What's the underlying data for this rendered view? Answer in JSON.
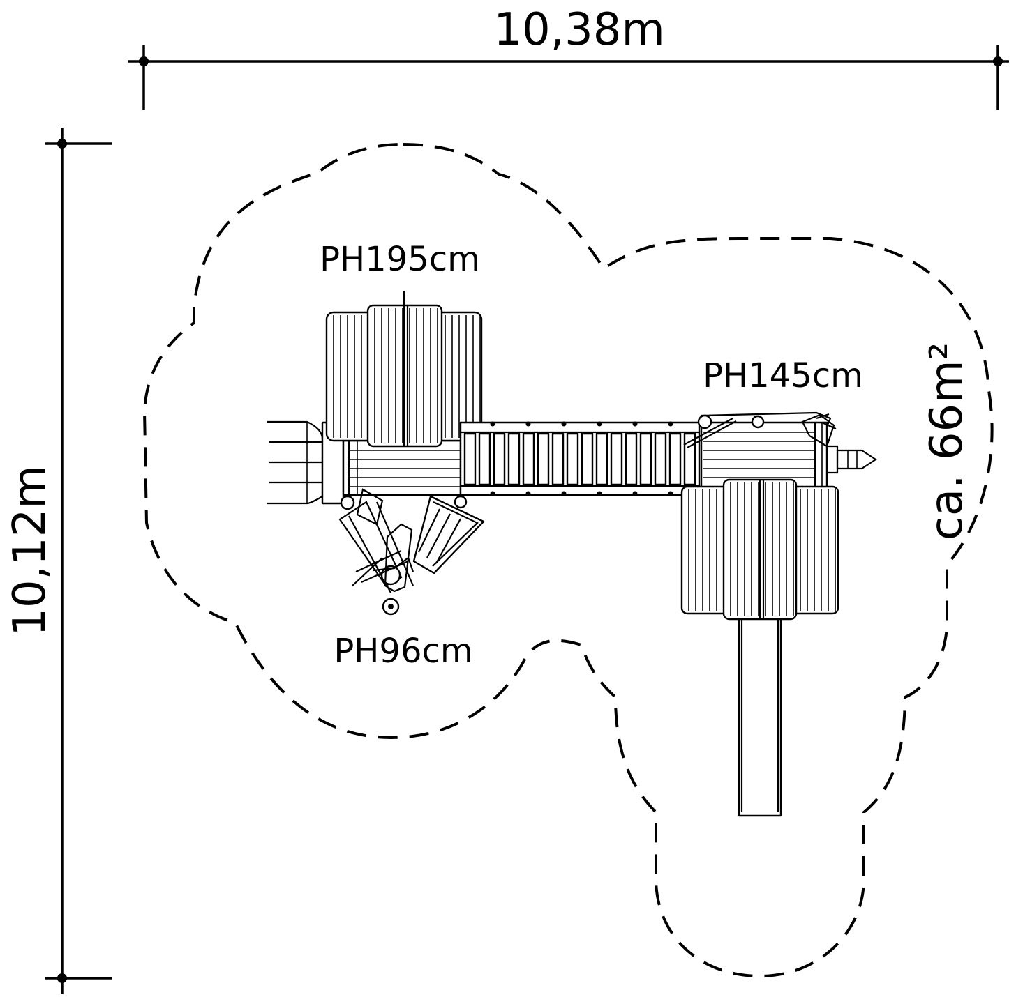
{
  "dimensions": {
    "width": "10,38m",
    "height": "10,12m"
  },
  "area": "ca. 66m²",
  "platforms": [
    {
      "label": "PH195cm"
    },
    {
      "label": "PH145cm"
    },
    {
      "label": "PH96cm"
    }
  ],
  "colors": {
    "line": "#000000",
    "background": "#ffffff"
  }
}
